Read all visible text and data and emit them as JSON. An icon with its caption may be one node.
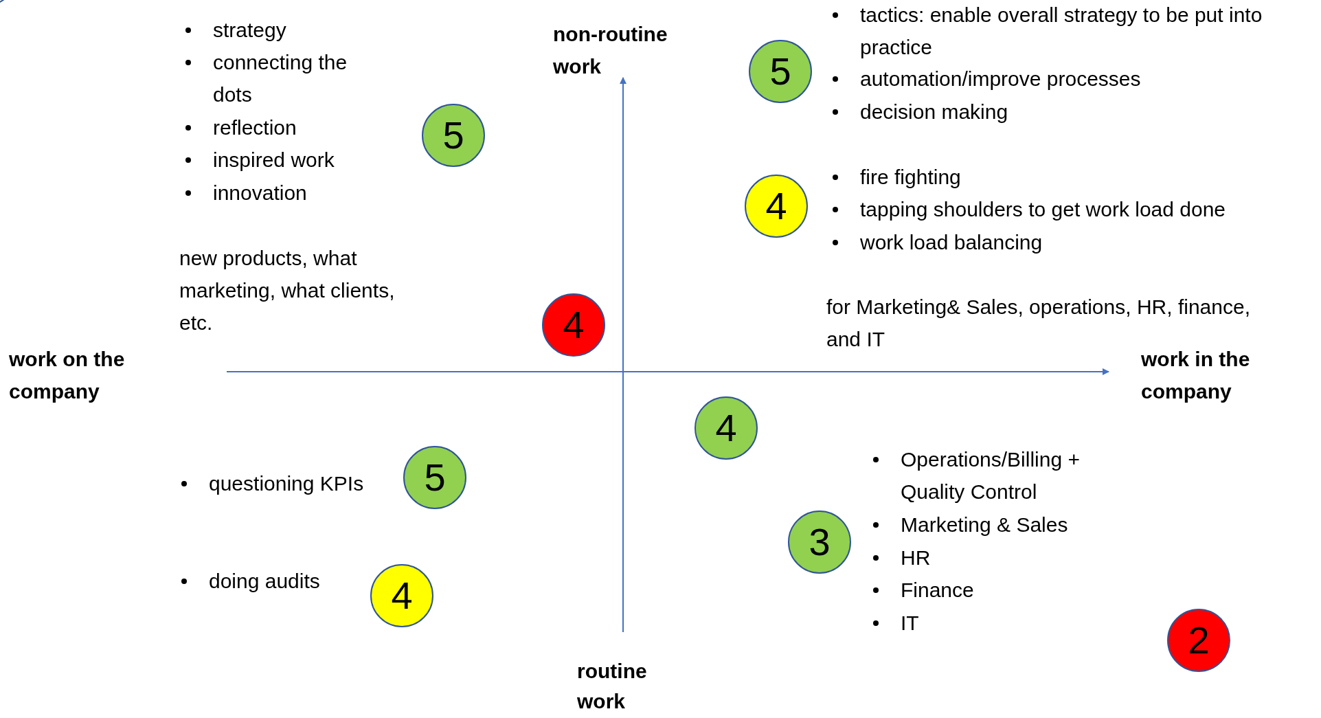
{
  "diagram": {
    "nodes": [
      {
        "text": [
          "5"
        ]
      },
      {
        "text": [
          "5"
        ]
      },
      {
        "text": [
          "4"
        ]
      },
      {
        "text": [
          "4"
        ]
      },
      {
        "text": [
          "4"
        ]
      },
      {
        "text": [
          "5"
        ]
      },
      {
        "text": [
          "4"
        ]
      },
      {
        "text": [
          "3"
        ]
      },
      {
        "text": [
          "2"
        ]
      }
    ],
    "labels": [
      "strategy",
      "connecting the dots",
      "reflection",
      "inspired work",
      "innovation",
      "non-routine work",
      "tactics: enable overall strategy to be put into practice",
      "automation/improve processes",
      "decision making",
      "fire fighting",
      "tapping shoulders to get work load done",
      "work load balancing",
      "new products, what marketing, what clients, etc.",
      "for Marketing& Sales, operations, HR, finance, and IT",
      "work on the company",
      "work in the company",
      "questioning KPIs",
      "Operations/Billing + Quality Control",
      "Marketing & Sales",
      "HR",
      "Finance",
      "IT",
      "doing audits",
      "routine work"
    ]
  }
}
